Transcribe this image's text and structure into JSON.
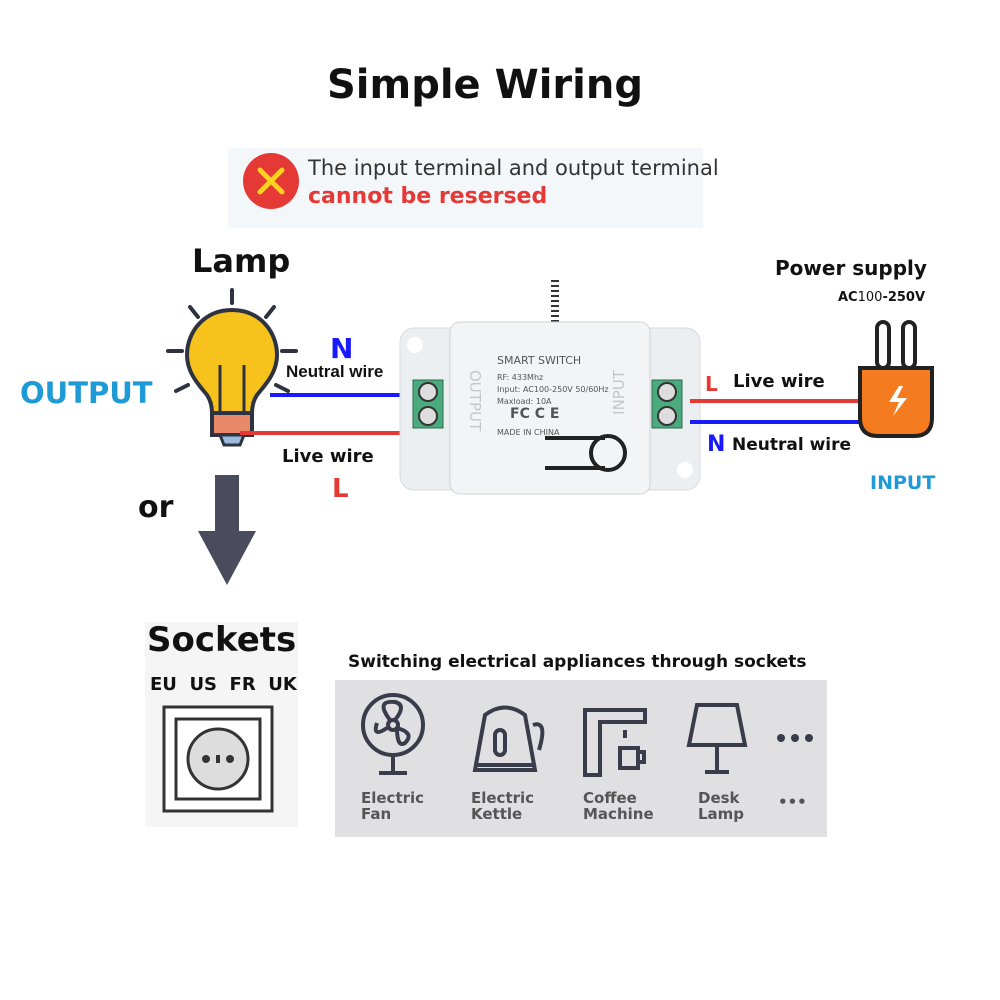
{
  "title": "Simple Wiring",
  "warning": {
    "line1": "The input terminal and output terminal",
    "line2": "cannot be resersed",
    "icon": "x-circle-icon",
    "color": "#e53935"
  },
  "lamp": {
    "label": "Lamp",
    "side_label": "OUTPUT"
  },
  "output_wires": {
    "n_letter": "N",
    "neutral": "Neutral wire",
    "live": "Live wire",
    "l_letter": "L"
  },
  "switch": {
    "name": "SMART  SWITCH",
    "rf": "RF: 433Mhz",
    "input": "Input: AC100-250V 50/60Hz",
    "maxload": "Maxload: 10A",
    "certs": "FC C E",
    "made": "MADE IN CHINA",
    "output_side": "OUTPUT",
    "input_side": "INPUT",
    "term_left": [
      "N",
      "L"
    ],
    "term_right": [
      "L",
      "N"
    ]
  },
  "power": {
    "label": "Power supply",
    "voltage_prefix": "AC",
    "voltage_low": "100",
    "voltage_high": "-250V",
    "side_label": "INPUT"
  },
  "input_wires": {
    "l_letter": "L",
    "live": "Live wire",
    "n_letter": "N",
    "neutral": "Neutral wire"
  },
  "or": "or",
  "sockets": {
    "label": "Sockets",
    "types": "EU  US  FR  UK"
  },
  "appliances": {
    "heading": "Switching electrical appliances through sockets",
    "items": [
      {
        "line1": "Electric",
        "line2": "Fan"
      },
      {
        "line1": "Electric",
        "line2": "Kettle"
      },
      {
        "line1": "Coffee",
        "line2": "Machine"
      },
      {
        "line1": "Desk",
        "line2": "Lamp"
      },
      {
        "line1": "•••",
        "line2": ""
      }
    ],
    "more": "•••"
  },
  "colors": {
    "live": "#e53935",
    "neutral": "#1a1aff",
    "label_blue": "#1e9ad6",
    "plug": "#f47b20"
  }
}
